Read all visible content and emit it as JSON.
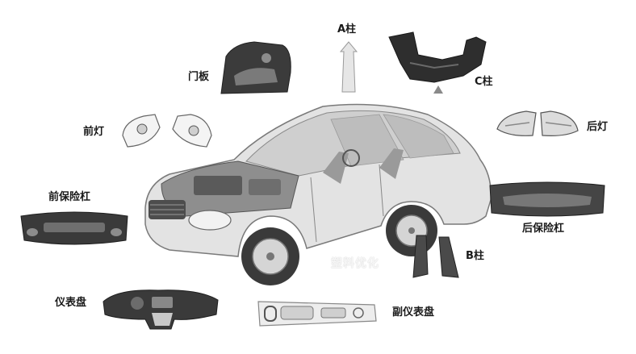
{
  "labels": {
    "door_panel": "门板",
    "a_pillar": "A柱",
    "c_pillar": "C柱",
    "headlamp": "前灯",
    "taillamp": "后灯",
    "front_bumper": "前保险杠",
    "rear_bumper": "后保险杠",
    "b_pillar": "B柱",
    "dashboard": "仪表盘",
    "sub_dashboard": "副仪表盘"
  },
  "watermark": "塑料优化",
  "colors": {
    "background": "#ffffff",
    "label_text": "#1a1a1a",
    "part_dark": "#2a2a2a",
    "part_mid": "#6b6b6b",
    "part_light": "#c9c9c9",
    "car_body": "#d9d9d9"
  }
}
